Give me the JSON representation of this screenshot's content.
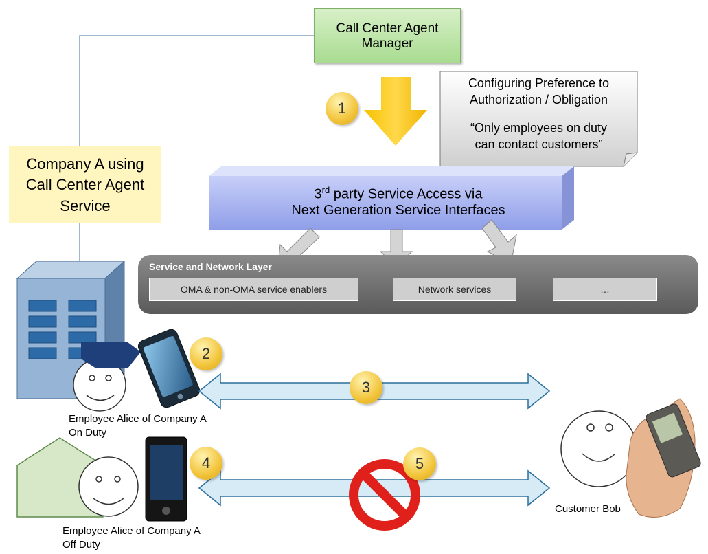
{
  "manager": {
    "label": "Call Center Agent Manager"
  },
  "note": {
    "line1": "Configuring Preference to",
    "line2": "Authorization / Obligation",
    "line3": "“Only employees on duty",
    "line4": "can contact customers”"
  },
  "company": {
    "label_line1": "Company A using",
    "label_line2": "Call Center Agent",
    "label_line3": "Service"
  },
  "ng_interface": {
    "line1_prefix": "3",
    "line1_sup": "rd",
    "line1_rest": " party Service Access via",
    "line2": "Next Generation Service Interfaces"
  },
  "layer": {
    "title": "Service and Network Layer",
    "items": [
      "OMA & non-OMA service enablers",
      "Network services",
      "…"
    ]
  },
  "steps": [
    "1",
    "2",
    "3",
    "4",
    "5"
  ],
  "alice_on": {
    "line1": "Employee Alice of Company A",
    "line2": "On Duty"
  },
  "alice_off": {
    "line1": "Employee Alice of Company A",
    "line2": "Off Duty"
  },
  "customer": {
    "label": "Customer Bob"
  },
  "colors": {
    "manager_fill": "#b6e3a0",
    "company_fill": "#fff6bf",
    "interface_fill": "#a9b6f2",
    "layer_fill": "#6e6e6e",
    "step_fill": "#f2c43a",
    "prohibit": "#e0211b",
    "link_arrow": "#d6ebf6"
  }
}
